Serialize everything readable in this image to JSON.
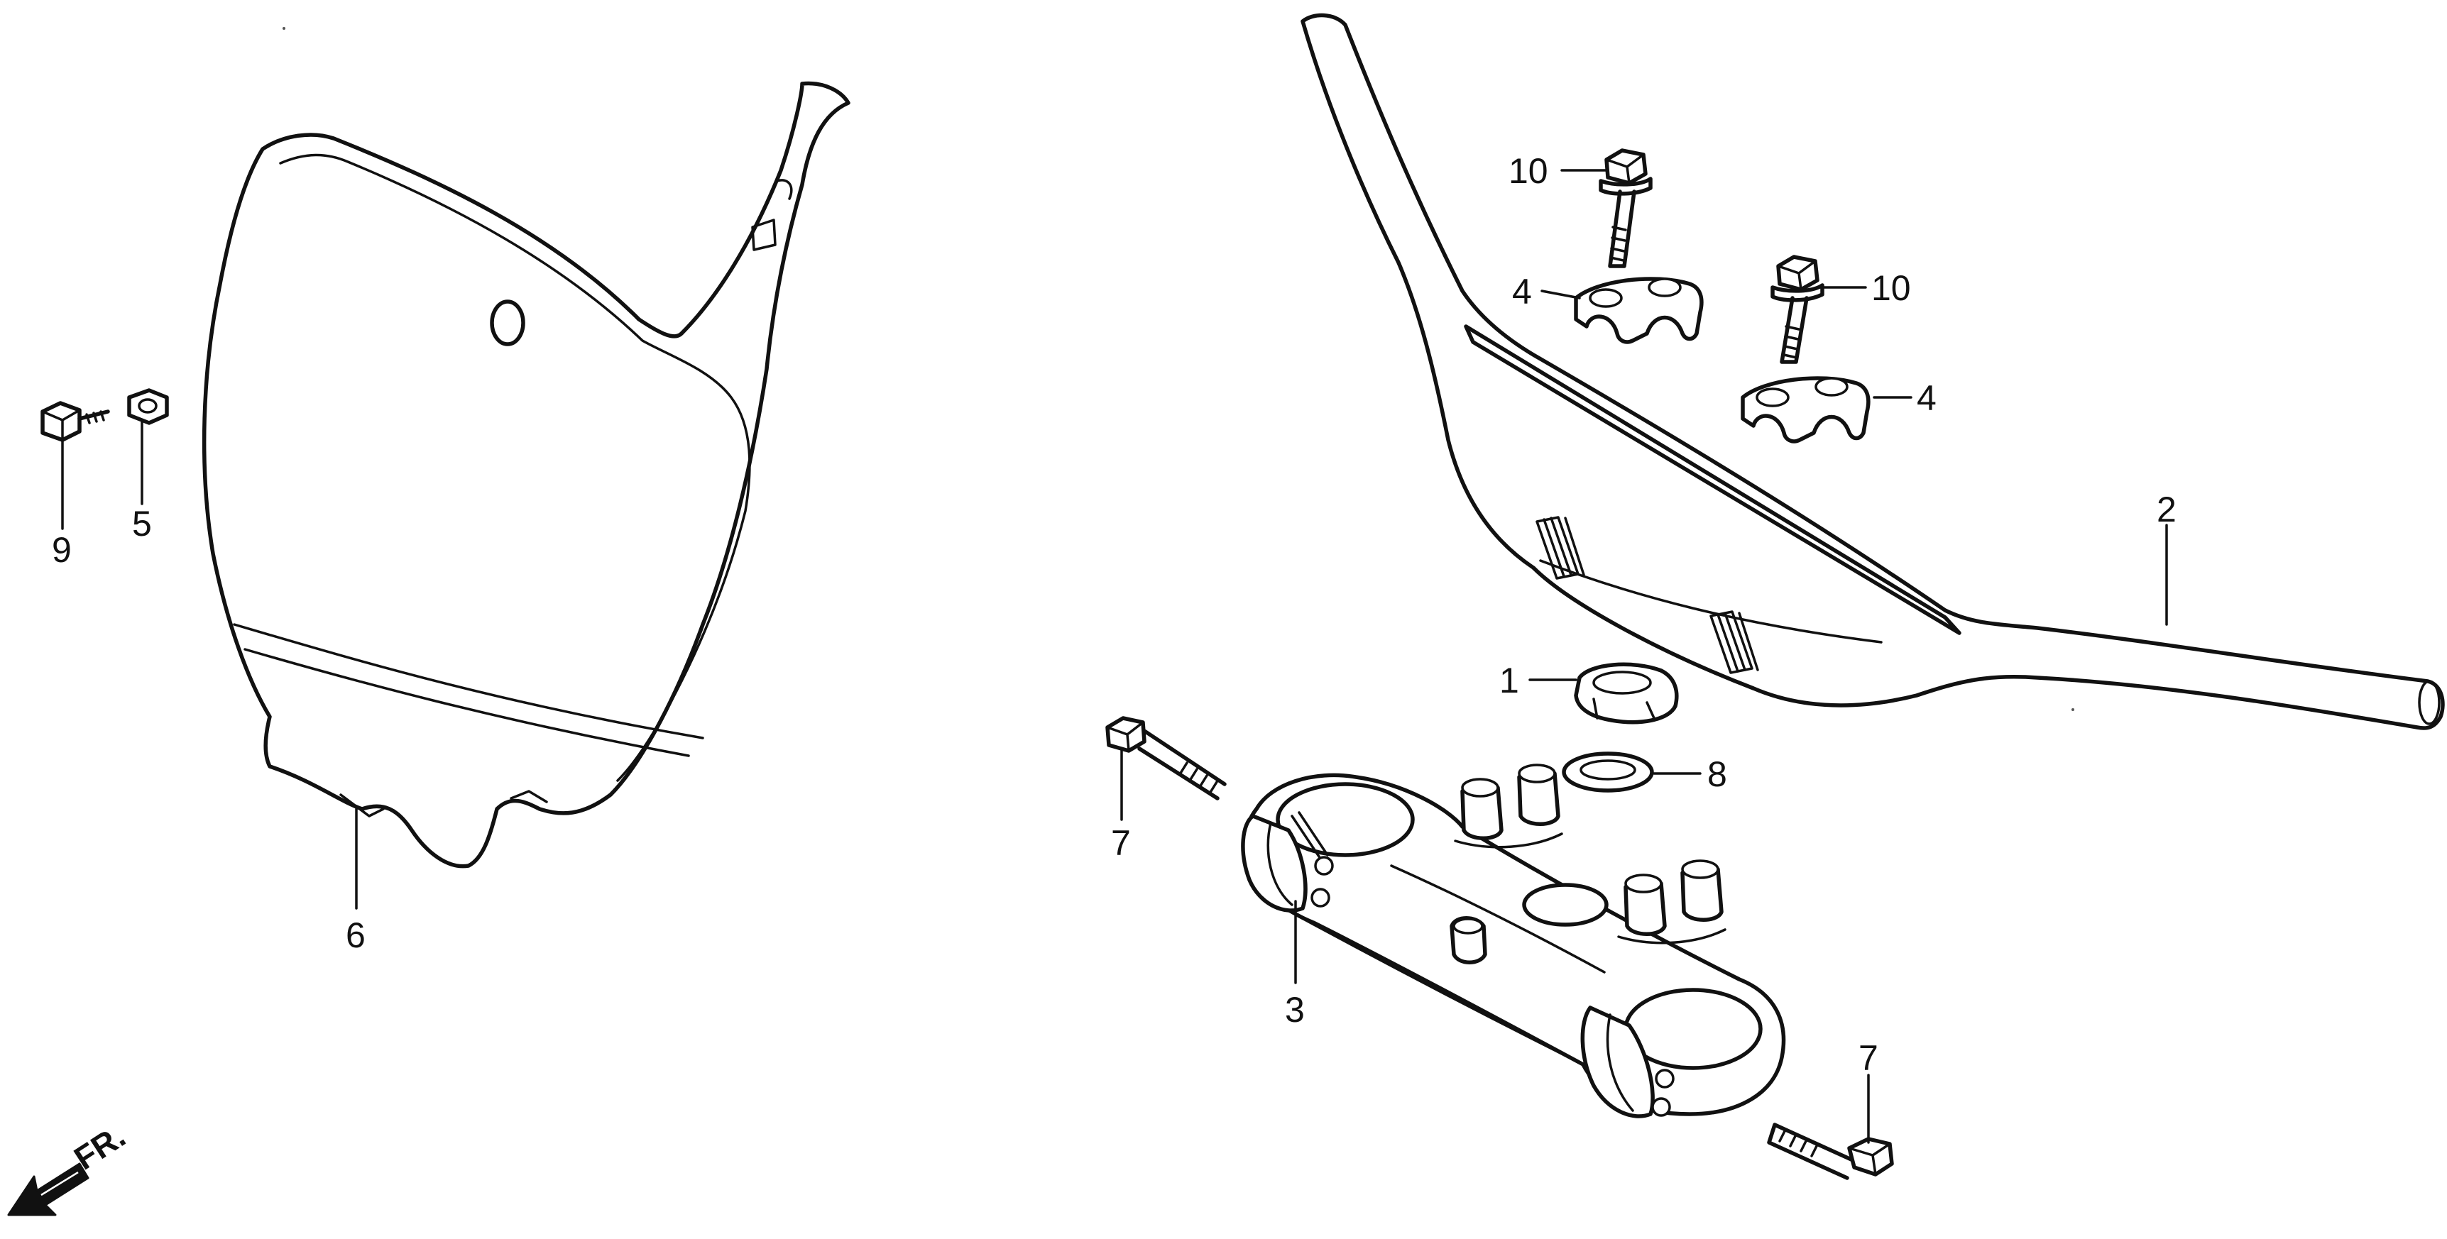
{
  "diagram": {
    "callouts": {
      "p1": "1",
      "p2": "2",
      "p3": "3",
      "p4a": "4",
      "p4b": "4",
      "p5": "5",
      "p6": "6",
      "p7a": "7",
      "p7b": "7",
      "p8": "8",
      "p9": "9",
      "p10a": "10",
      "p10b": "10"
    },
    "direction_label": "FR."
  }
}
